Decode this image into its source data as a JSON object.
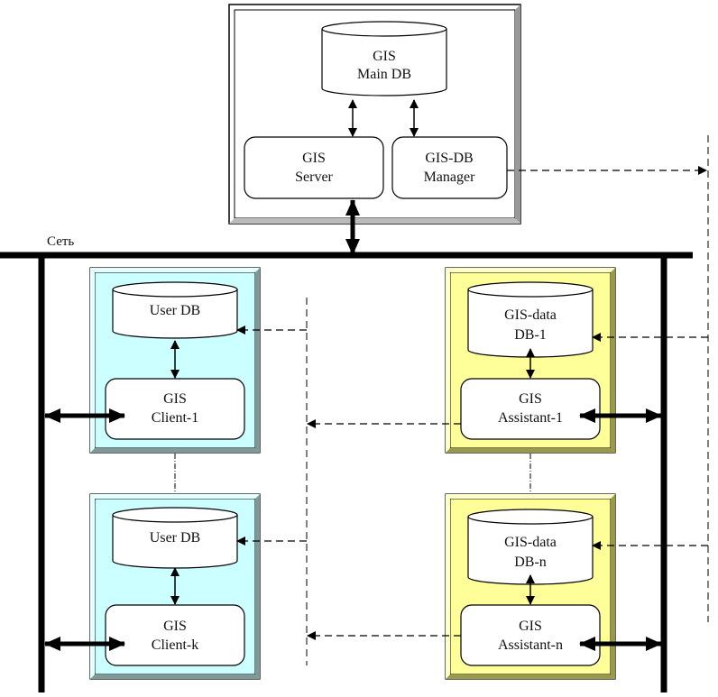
{
  "network_label": "Сеть",
  "colors": {
    "client_fill": "#ccffff",
    "assistant_fill": "#ffff99",
    "server_fill": "#ffffff",
    "client_bevel": "#7f9999",
    "assistant_bevel": "#99994c",
    "server_bevel": "#999999",
    "line": "#000000"
  },
  "server_block": {
    "main_db": [
      "GIS",
      "Main DB"
    ],
    "server": [
      "GIS",
      "Server"
    ],
    "manager": [
      "GIS-DB",
      "Manager"
    ]
  },
  "clients": [
    {
      "db": [
        "User DB"
      ],
      "app": [
        "GIS",
        "Client-1"
      ]
    },
    {
      "db": [
        "User DB"
      ],
      "app": [
        "GIS",
        "Client-k"
      ]
    }
  ],
  "assistants": [
    {
      "db": [
        "GIS-data",
        "DB-1"
      ],
      "app": [
        "GIS",
        "Assistant-1"
      ]
    },
    {
      "db": [
        "GIS-data",
        "DB-n"
      ],
      "app": [
        "GIS",
        "Assistant-n"
      ]
    }
  ]
}
